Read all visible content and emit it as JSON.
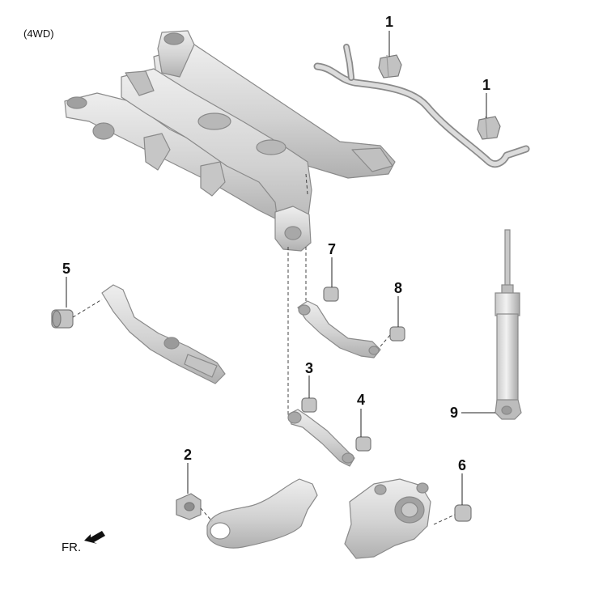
{
  "diagram": {
    "variant_label": "(4WD)",
    "direction_label": "FR.",
    "colors": {
      "part_fill": "#d6d6d6",
      "part_stroke": "#8a8a8a",
      "part_shadow": "#b4b4b4",
      "bushing_fill": "#c4c4c4",
      "leader": "#222222",
      "text": "#111111"
    },
    "callouts": [
      {
        "number": "1",
        "part": "stabilizer-bar-bushing"
      },
      {
        "number": "1",
        "part": "stabilizer-bar-bushing"
      },
      {
        "number": "2",
        "part": "trailing-arm-bushing"
      },
      {
        "number": "3",
        "part": "lower-link-inner-bushing"
      },
      {
        "number": "4",
        "part": "lower-link-outer-bushing"
      },
      {
        "number": "5",
        "part": "lower-arm-bushing"
      },
      {
        "number": "6",
        "part": "knuckle-bushing"
      },
      {
        "number": "7",
        "part": "upper-arm-inner-bushing"
      },
      {
        "number": "8",
        "part": "upper-arm-outer-bushing"
      },
      {
        "number": "9",
        "part": "shock-absorber-lower-bushing"
      }
    ]
  }
}
